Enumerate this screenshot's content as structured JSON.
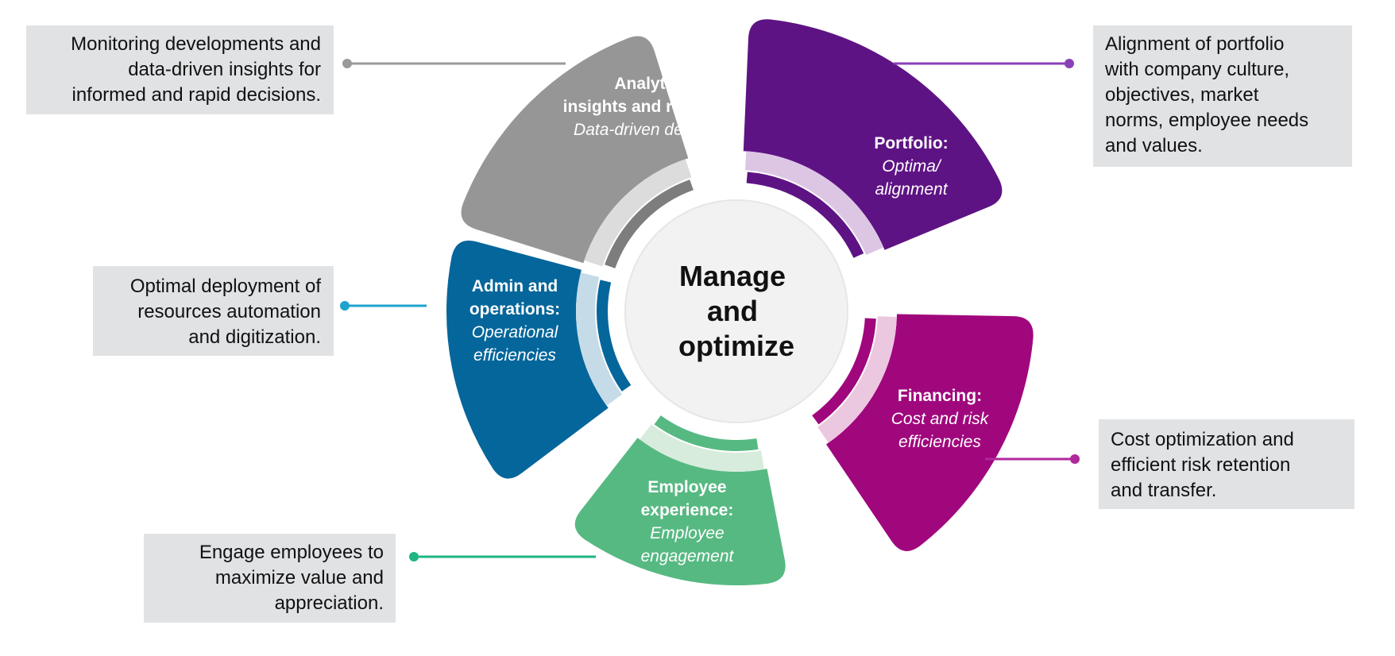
{
  "center": {
    "lines": [
      "Manage",
      "and",
      "optimize"
    ]
  },
  "segments": [
    {
      "key": "analytics",
      "title_lines": [
        "Analytics,",
        "insights and reporting:"
      ],
      "subtitle_lines": [
        "Data-driven decisions"
      ],
      "color": "#969696",
      "ring_light": "#dcdcdc",
      "ring_dark": "#7d7d7d"
    },
    {
      "key": "portfolio",
      "title_lines": [
        "Portfolio:"
      ],
      "subtitle_lines": [
        "Optima/",
        "alignment"
      ],
      "color": "#5e1384",
      "ring_light": "#dcc6e4",
      "ring_dark": "#5e1384"
    },
    {
      "key": "financing",
      "title_lines": [
        "Financing:"
      ],
      "subtitle_lines": [
        "Cost and risk",
        "efficiencies"
      ],
      "color": "#a0077d",
      "ring_light": "#ecc7e0",
      "ring_dark": "#a0077d"
    },
    {
      "key": "employee",
      "title_lines": [
        "Employee",
        "experience:"
      ],
      "subtitle_lines": [
        "Employee",
        "engagement"
      ],
      "color": "#57b982",
      "ring_light": "#d7ecdd",
      "ring_dark": "#57b982"
    },
    {
      "key": "admin",
      "title_lines": [
        "Admin and",
        "operations:"
      ],
      "subtitle_lines": [
        "Operational",
        "efficiencies"
      ],
      "color": "#05669b",
      "ring_light": "#c6dbe8",
      "ring_dark": "#05669b"
    }
  ],
  "callouts": [
    {
      "key": "analytics",
      "lines": [
        "Monitoring developments and",
        "data-driven insights for",
        "informed and rapid decisions."
      ],
      "connector_color": "#9a9a9a"
    },
    {
      "key": "portfolio",
      "lines": [
        "Alignment of portfolio",
        "with company culture,",
        "objectives, market",
        "norms, employee needs",
        "and values."
      ],
      "connector_color": "#8a3fb8"
    },
    {
      "key": "admin",
      "lines": [
        "Optimal deployment of",
        "resources automation",
        "and digitization."
      ],
      "connector_color": "#1ea3cf"
    },
    {
      "key": "financing",
      "lines": [
        "Cost optimization and",
        "efficient risk retention",
        "and transfer."
      ],
      "connector_color": "#b0289a"
    },
    {
      "key": "employee",
      "lines": [
        "Engage employees to",
        "maximize value and",
        "appreciation."
      ],
      "connector_color": "#1fb684"
    }
  ],
  "colors": {
    "callout_background": "#e1e2e4",
    "center_fill": "#f2f2f2",
    "text_dark": "#111111",
    "text_on_segment": "#ffffff"
  }
}
